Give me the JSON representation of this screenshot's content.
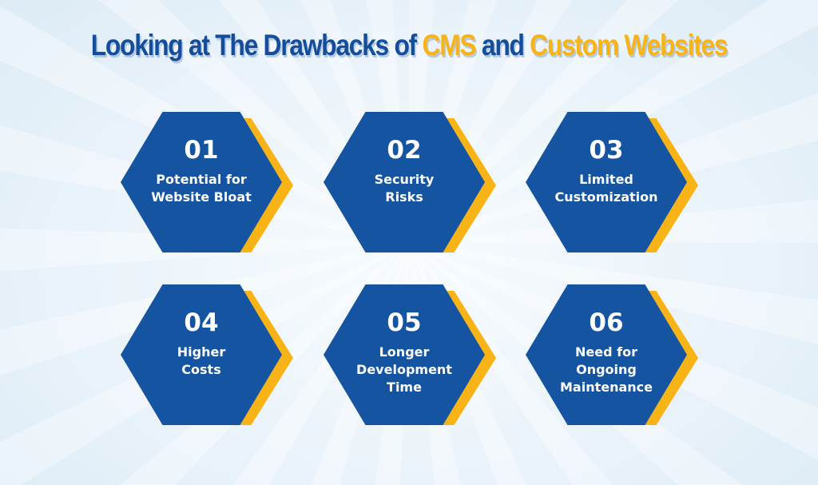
{
  "title": {
    "part1": "Looking at The Drawbacks of ",
    "highlight1": "CMS",
    "part2": " and ",
    "highlight2": "Custom Websites"
  },
  "colors": {
    "blue": "#1454a0",
    "yellow": "#f8b417",
    "title_blue": "#144d9c",
    "background": "#eaf3fa"
  },
  "items": [
    {
      "number": "01",
      "label": "Potential for\nWebsite Bloat"
    },
    {
      "number": "02",
      "label": "Security\nRisks"
    },
    {
      "number": "03",
      "label": "Limited\nCustomization"
    },
    {
      "number": "04",
      "label": "Higher\nCosts"
    },
    {
      "number": "05",
      "label": "Longer\nDevelopment\nTime"
    },
    {
      "number": "06",
      "label": "Need for\nOngoing\nMaintenance"
    }
  ]
}
